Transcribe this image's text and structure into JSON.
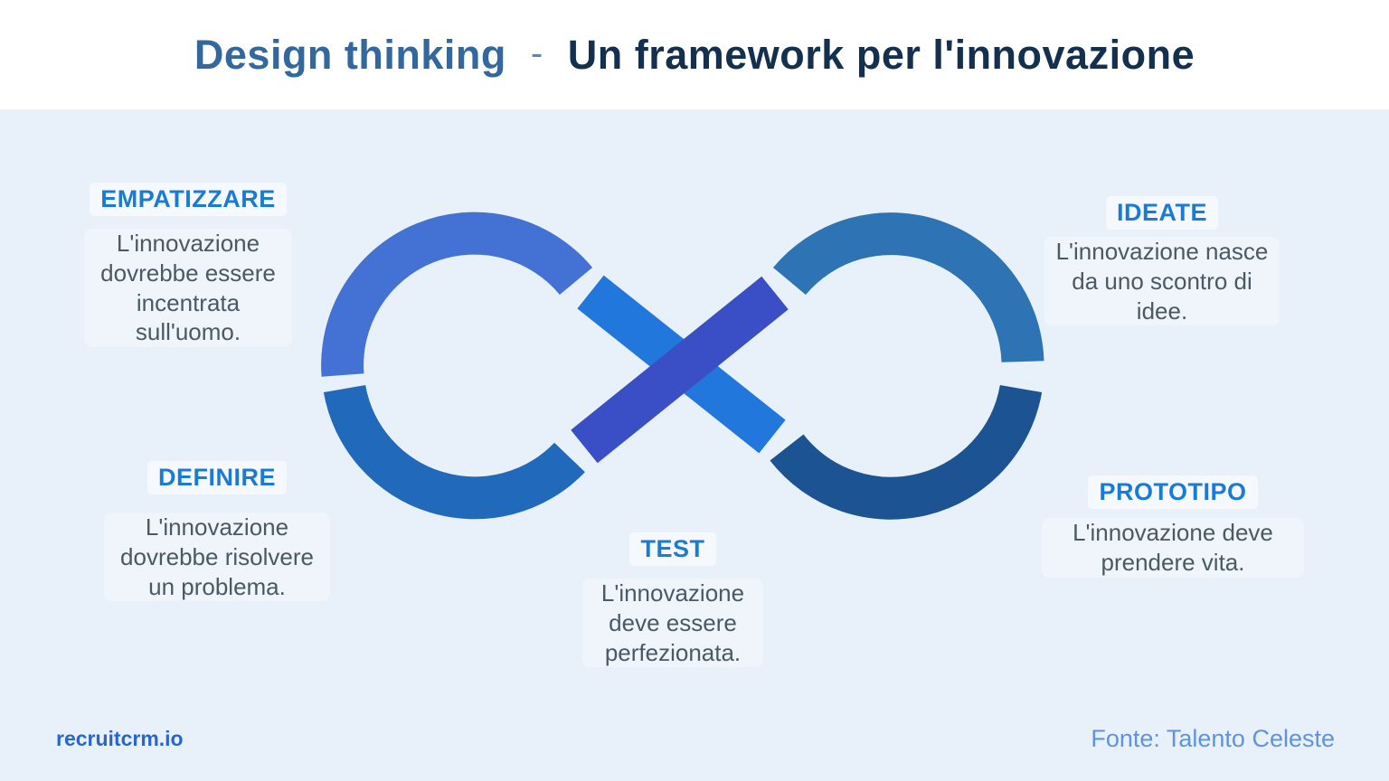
{
  "header": {
    "title_primary": "Design thinking",
    "title_separator": "-",
    "title_secondary": "Un framework per l'innovazione"
  },
  "stages": [
    {
      "label": "EMPATIZZARE",
      "description": "L'innovazione dovrebbe essere incentrata sull'uomo."
    },
    {
      "label": "DEFINIRE",
      "description": "L'innovazione dovrebbe risolvere un problema."
    },
    {
      "label": "TEST",
      "description": "L'innovazione deve essere perfezionata."
    },
    {
      "label": "IDEATE",
      "description": "L'innovazione nasce da uno scontro di idee."
    },
    {
      "label": "PROTOTIPO",
      "description": "L'innovazione deve prendere vita."
    }
  ],
  "footer": {
    "brand": "recruitcrm.io",
    "source": "Fonte: Talento Celeste"
  },
  "colors": {
    "background": "#e8f1fa",
    "header_bg": "#ffffff",
    "title_primary": "#33689e",
    "title_secondary": "#14304f",
    "stage_label": "#1a7bd6",
    "stage_text": "#4a5963",
    "brand": "#2766cf",
    "source": "#5f93dd",
    "loop": {
      "left_top": "#4472d4",
      "left_bottom": "#2069bb",
      "right_top": "#2e74b5",
      "right_bottom": "#1b5393",
      "diag_bright": "#2277dc",
      "diag_indigo": "#3a4fc5"
    }
  }
}
